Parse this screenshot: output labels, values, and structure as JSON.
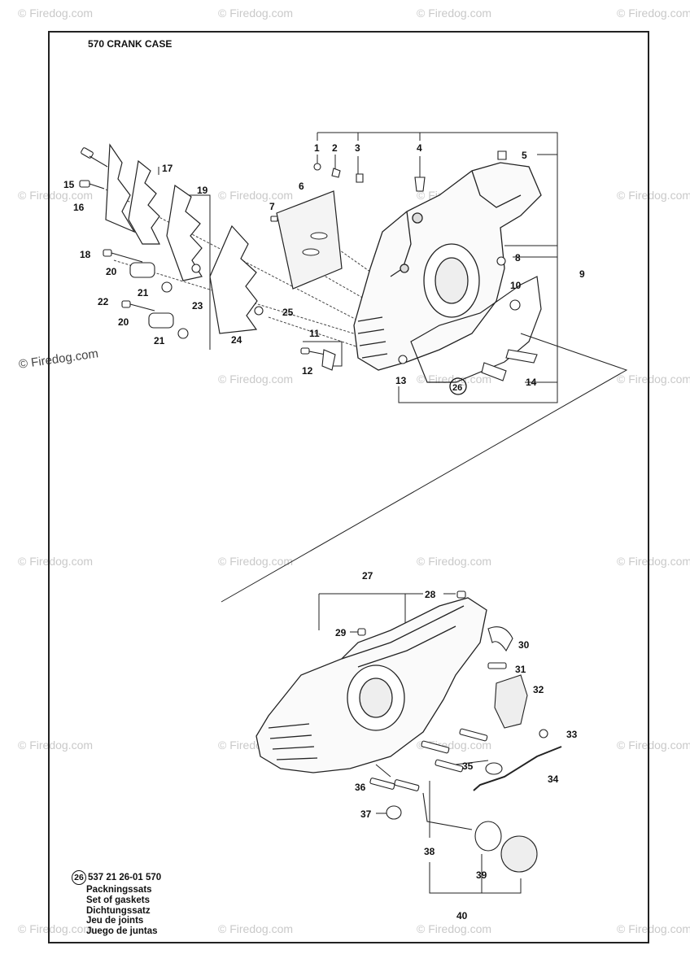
{
  "title": "570 CRANK CASE",
  "watermark": "© Firedog.com",
  "part_labels": [
    "1",
    "2",
    "3",
    "4",
    "5",
    "6",
    "7",
    "8",
    "9",
    "10",
    "11",
    "12",
    "13",
    "14",
    "15",
    "16",
    "17",
    "18",
    "19",
    "20",
    "20",
    "21",
    "21",
    "22",
    "23",
    "24",
    "25",
    "26",
    "27",
    "28",
    "29",
    "30",
    "31",
    "32",
    "33",
    "34",
    "35",
    "36",
    "37",
    "38",
    "39",
    "40"
  ],
  "kit": {
    "badge": "26",
    "part_number": "537 21 26-01 570",
    "names": [
      "Packningssats",
      "Set of gaskets",
      "Dichtungssatz",
      "Jeu de joints",
      "Juego de juntas"
    ]
  }
}
